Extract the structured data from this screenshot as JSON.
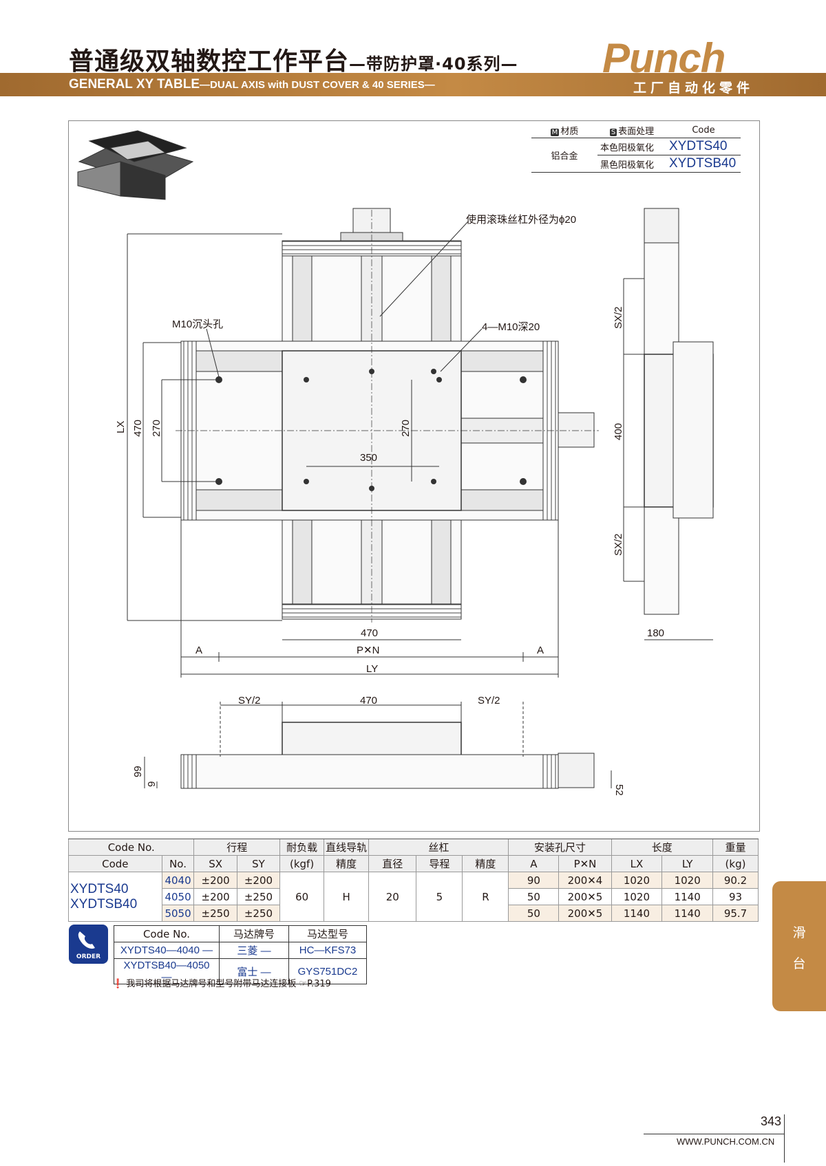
{
  "header": {
    "title_cn": "普通级双轴数控工作平台",
    "title_cn_sub": "—带防护罩·40系列—",
    "title_en": "GENERAL XY TABLE",
    "title_en_sub": "—DUAL AXIS with DUST COVER & 40 SERIES—",
    "brand": "Punch",
    "brand_sub": "工厂自动化零件",
    "brand_color": "#c48a45"
  },
  "material_table": {
    "headers": {
      "material": "材质",
      "material_tag": "M",
      "surface": "表面处理",
      "surface_tag": "S",
      "code": "Code"
    },
    "material": "铝合金",
    "rows": [
      {
        "surface": "本色阳极氧化",
        "code": "XYDTS40"
      },
      {
        "surface": "黑色阳极氧化",
        "code": "XYDTSB40"
      }
    ]
  },
  "drawing": {
    "labels": {
      "screw": "使用滚珠丝杠外径为ϕ20",
      "counterbore": "M10沉头孔",
      "tapped": "4—M10深20",
      "dim_lx": "LX",
      "dim_470": "470",
      "dim_270": "270",
      "dim_350": "350",
      "dim_a": "A",
      "dim_pxn": "P✕N",
      "dim_ly": "LY",
      "dim_sx2": "SX/2",
      "dim_400": "400",
      "dim_180": "180",
      "dim_sy2": "SY/2",
      "dim_99": "99",
      "dim_9": "9",
      "dim_52": "52"
    }
  },
  "spec_table": {
    "header1": {
      "code_no": "Code No.",
      "stroke": "行程",
      "load": "耐负载",
      "guide": "直线导轨",
      "screw": "丝杠",
      "mount": "安装孔尺寸",
      "length": "长度",
      "weight": "重量"
    },
    "header2": {
      "code": "Code",
      "no": "No.",
      "sx": "SX",
      "sy": "SY",
      "load_unit": "(kgf)",
      "guide_sub": "精度",
      "dia": "直径",
      "lead": "导程",
      "acc": "精度",
      "a": "A",
      "pxn": "P✕N",
      "lx": "LX",
      "ly": "LY",
      "weight_unit": "(kg)"
    },
    "codes": [
      "XYDTS40",
      "XYDTSB40"
    ],
    "shared": {
      "load": "60",
      "guide": "H",
      "dia": "20",
      "lead": "5",
      "acc": "R"
    },
    "rows": [
      {
        "no": "4040",
        "sx": "±200",
        "sy": "±200",
        "a": "90",
        "pxn": "200✕4",
        "lx": "1020",
        "ly": "1020",
        "weight": "90.2"
      },
      {
        "no": "4050",
        "sx": "±200",
        "sy": "±250",
        "a": "50",
        "pxn": "200✕5",
        "lx": "1020",
        "ly": "1140",
        "weight": "93"
      },
      {
        "no": "5050",
        "sx": "±250",
        "sy": "±250",
        "a": "50",
        "pxn": "200✕5",
        "lx": "1140",
        "ly": "1140",
        "weight": "95.7"
      }
    ]
  },
  "order": {
    "icon_label": "ORDER",
    "headers": {
      "code": "Code No.",
      "brand": "马达牌号",
      "model": "马达型号"
    },
    "rows": [
      {
        "code": "XYDTS40—4040",
        "sep1": "—",
        "brand": "三菱",
        "sep2": "—",
        "model": "HC—KFS73"
      },
      {
        "code": "XYDTSB40—4050",
        "sep1": "—",
        "brand": "富士",
        "sep2": "—",
        "model": "GYS751DC2"
      }
    ],
    "note": "我司将根据马达牌号和型号附带马达连接板",
    "note_ref": "P.319"
  },
  "side_tab": {
    "line1": "滑",
    "line2": "台"
  },
  "footer": {
    "page": "343",
    "url": "WWW.PUNCH.COM.CN"
  }
}
